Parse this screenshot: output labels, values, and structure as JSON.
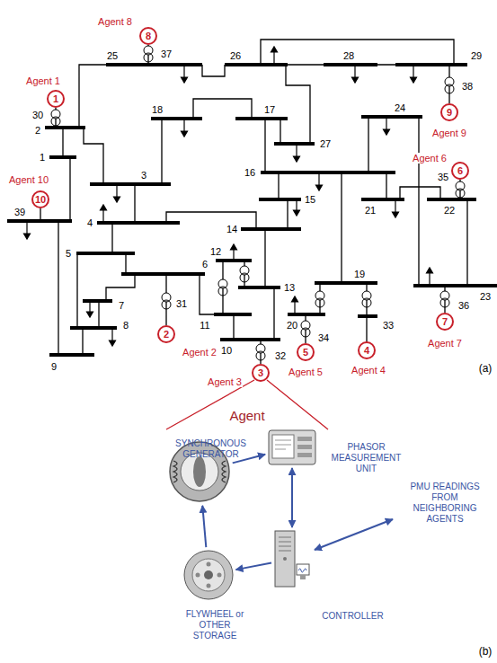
{
  "diagram": {
    "nodes": [
      {
        "text": [
          "1"
        ]
      },
      {
        "text": [
          "2"
        ]
      },
      {
        "text": [
          "3"
        ]
      },
      {
        "text": [
          "4"
        ]
      },
      {
        "text": [
          "5"
        ]
      },
      {
        "text": [
          "6"
        ]
      },
      {
        "text": [
          "7"
        ]
      },
      {
        "text": [
          "8"
        ]
      },
      {
        "text": [
          "9"
        ]
      },
      {
        "text": [
          "10"
        ]
      },
      {
        "text": [
          "Agent"
        ]
      },
      {
        "text": [
          "SYNCHRONOUS GENERATOR"
        ],
        "in": 10
      },
      {
        "text": [
          "PHASOR MEASUREMENT UNIT"
        ],
        "in": 10
      },
      {
        "text": [
          "CONTROLLER"
        ],
        "in": 10
      },
      {
        "text": [
          "FLYWHEEL or OTHER STORAGE"
        ],
        "in": 10
      }
    ],
    "edges": [
      {
        "from": 11,
        "to": 12,
        "arrow": "to"
      },
      {
        "from": 12,
        "to": 13,
        "arrow": "both"
      },
      {
        "from": 13,
        "to": 14,
        "arrow": "to"
      },
      {
        "from": 14,
        "to": 11,
        "arrow": "to"
      }
    ],
    "labels": [
      "1",
      "2",
      "3",
      "4",
      "5",
      "6",
      "7",
      "8",
      "9",
      "10",
      "11",
      "12",
      "13",
      "14",
      "15",
      "16",
      "17",
      "18",
      "19",
      "20",
      "21",
      "22",
      "23",
      "24",
      "25",
      "26",
      "27",
      "28",
      "29",
      "30",
      "31",
      "32",
      "33",
      "34",
      "35",
      "36",
      "37",
      "38",
      "39",
      "Agent 1",
      "Agent 2",
      "Agent 3",
      "Agent 4",
      "Agent 5",
      "Agent 6",
      "Agent 7",
      "Agent 8",
      "Agent 9",
      "Agent 10",
      "(a)",
      "(b)",
      "PMU READINGS FROM NEIGHBORING AGENTS"
    ]
  }
}
